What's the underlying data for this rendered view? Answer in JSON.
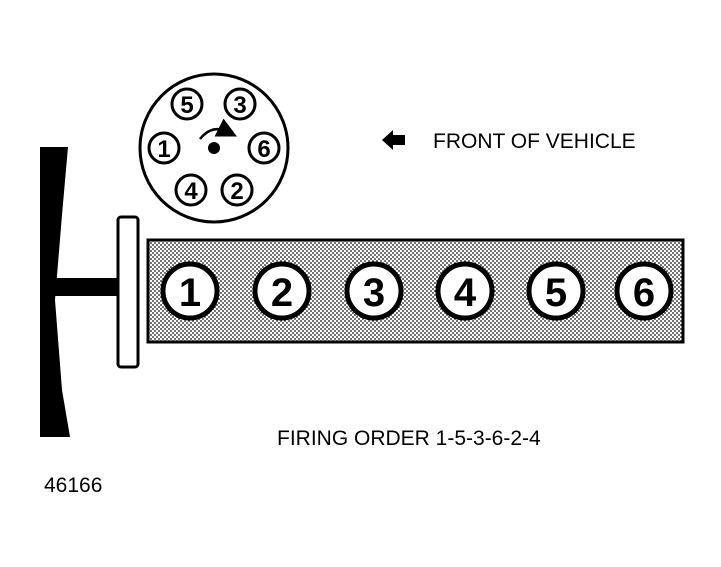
{
  "distributor_cap": {
    "terminals": [
      "5",
      "3",
      "1",
      "6",
      "4",
      "2"
    ],
    "rotation": "clockwise"
  },
  "cylinder_bank": {
    "cylinders": [
      "1",
      "2",
      "3",
      "4",
      "5",
      "6"
    ]
  },
  "front_label": "FRONT OF VEHICLE",
  "firing_order_label": "FIRING ORDER 1-5-3-6-2-4",
  "figure_number": "46166",
  "colors": {
    "ink": "#000000",
    "paper": "#ffffff",
    "block_fill": "#d8d8d8"
  }
}
